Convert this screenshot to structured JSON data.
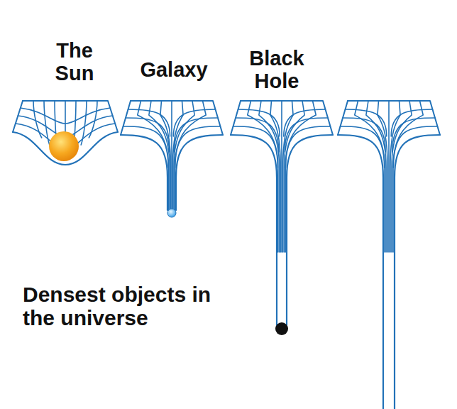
{
  "diagram": {
    "labels": [
      "The Sun",
      "Galaxy",
      "Black Hole",
      "Densest objects in the universe"
    ]
  }
}
